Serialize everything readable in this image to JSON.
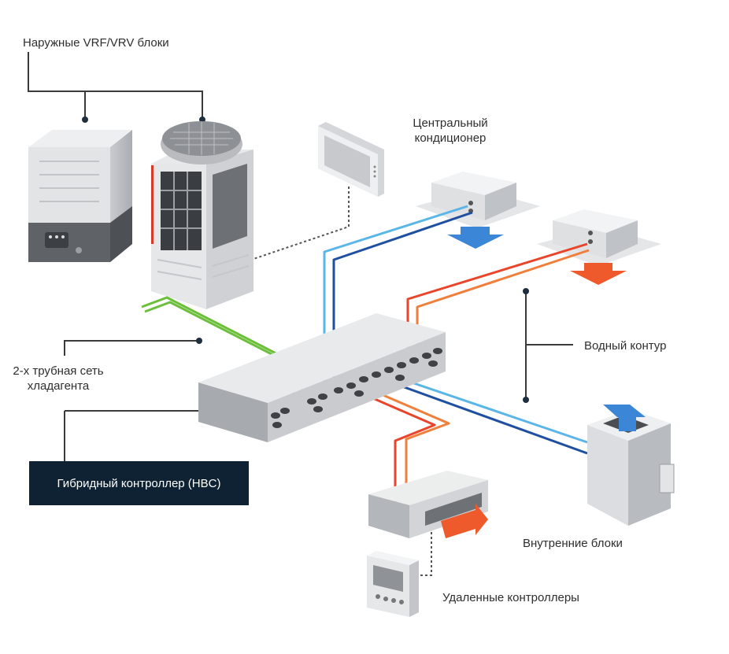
{
  "labels": {
    "outdoor_units": "Наружные VRF/VRV блоки",
    "central_ac_line1": "Центральный",
    "central_ac_line2": "кондиционер",
    "water_loop": "Водный контур",
    "refrigerant_line1": "2-х трубная сеть",
    "refrigerant_line2": "хладагента",
    "hbc": "Гибридный контроллер (HBC)",
    "indoor_units": "Внутренние блоки",
    "remote_controllers": "Удаленные контроллеры"
  },
  "colors": {
    "refrigerant_pipe": "#6cbf3a",
    "cold_supply": "#5ab6e8",
    "cold_return": "#1f4fa0",
    "hot_supply": "#e8452b",
    "hot_return": "#f07f3c",
    "cool_air": "#3b86d6",
    "warm_air": "#ef5a2c",
    "hbc_box": "#0f2233",
    "unit_body": "#e3e4e6",
    "leader_line": "#3a3a3a"
  }
}
